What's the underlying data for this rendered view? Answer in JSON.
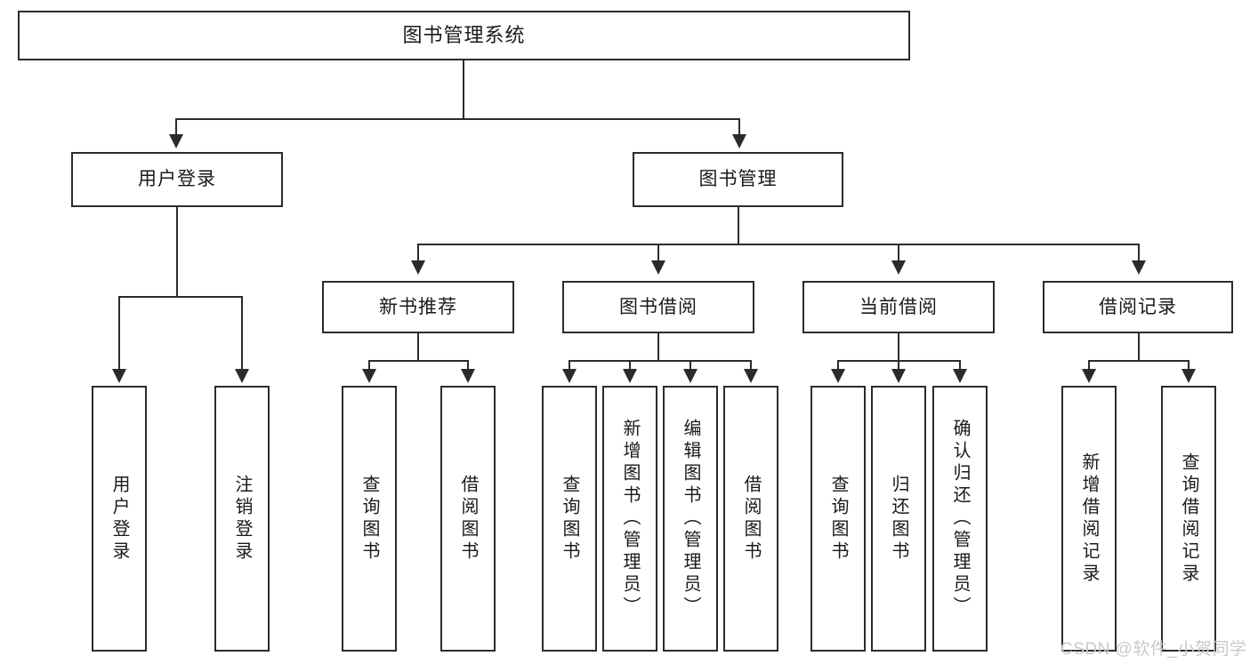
{
  "diagram": {
    "type": "tree",
    "title": "图书管理系统",
    "nodes": {
      "root": {
        "label": "图书管理系统"
      },
      "level2": [
        {
          "id": "user-login",
          "label": "用户登录"
        },
        {
          "id": "book-management",
          "label": "图书管理"
        }
      ],
      "level3": [
        {
          "id": "new-book-recommend",
          "label": "新书推荐",
          "parent": "book-management"
        },
        {
          "id": "book-borrow",
          "label": "图书借阅",
          "parent": "book-management"
        },
        {
          "id": "current-borrow",
          "label": "当前借阅",
          "parent": "book-management"
        },
        {
          "id": "borrow-record",
          "label": "借阅记录",
          "parent": "book-management"
        }
      ],
      "leaves": [
        {
          "id": "leaf-user-login",
          "label": "用户登录",
          "parent": "user-login"
        },
        {
          "id": "leaf-logout-login",
          "label": "注销登录",
          "parent": "user-login"
        },
        {
          "id": "leaf-query-book-1",
          "label": "查询图书",
          "parent": "new-book-recommend"
        },
        {
          "id": "leaf-borrow-book-1",
          "label": "借阅图书",
          "parent": "new-book-recommend"
        },
        {
          "id": "leaf-query-book-2",
          "label": "查询图书",
          "parent": "book-borrow"
        },
        {
          "id": "leaf-add-book",
          "label": "新增图书（管理员）",
          "parent": "book-borrow"
        },
        {
          "id": "leaf-edit-book",
          "label": "编辑图书（管理员）",
          "parent": "book-borrow"
        },
        {
          "id": "leaf-borrow-book-2",
          "label": "借阅图书",
          "parent": "book-borrow"
        },
        {
          "id": "leaf-query-book-3",
          "label": "查询图书",
          "parent": "current-borrow"
        },
        {
          "id": "leaf-return-book",
          "label": "归还图书",
          "parent": "current-borrow"
        },
        {
          "id": "leaf-confirm-return",
          "label": "确认归还（管理员）",
          "parent": "current-borrow"
        },
        {
          "id": "leaf-add-record",
          "label": "新增借阅记录",
          "parent": "borrow-record"
        },
        {
          "id": "leaf-query-record",
          "label": "查询借阅记录",
          "parent": "borrow-record"
        }
      ]
    },
    "watermark": "CSDN @软件_小贺同学",
    "colors": {
      "stroke": "#2b2b2b",
      "fill": "#ffffff",
      "text": "#1a1a1a",
      "watermark": "#c9c9c9"
    }
  }
}
